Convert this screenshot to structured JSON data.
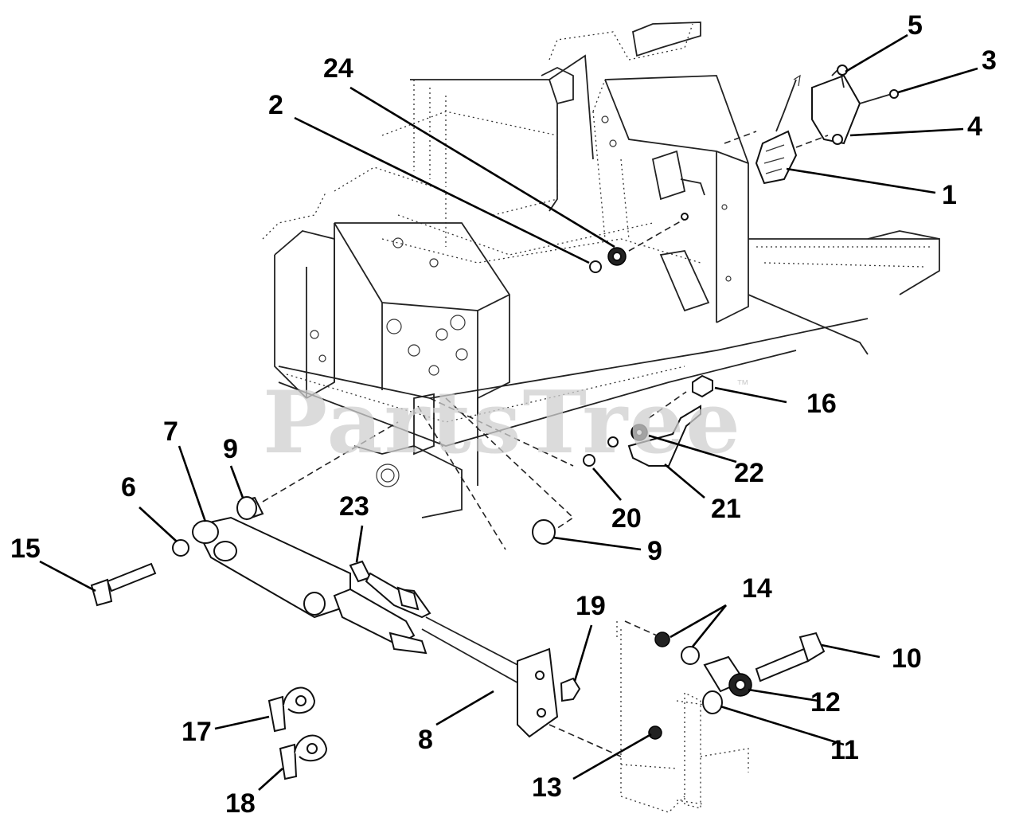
{
  "watermark": {
    "text": "PartsTree",
    "trademark": "™"
  },
  "callouts": [
    {
      "id": "1",
      "label": "1"
    },
    {
      "id": "2",
      "label": "2"
    },
    {
      "id": "3",
      "label": "3"
    },
    {
      "id": "4",
      "label": "4"
    },
    {
      "id": "5",
      "label": "5"
    },
    {
      "id": "6",
      "label": "6"
    },
    {
      "id": "7",
      "label": "7"
    },
    {
      "id": "8",
      "label": "8"
    },
    {
      "id": "9a",
      "label": "9"
    },
    {
      "id": "9b",
      "label": "9"
    },
    {
      "id": "10",
      "label": "10"
    },
    {
      "id": "11",
      "label": "11"
    },
    {
      "id": "12",
      "label": "12"
    },
    {
      "id": "13",
      "label": "13"
    },
    {
      "id": "14",
      "label": "14"
    },
    {
      "id": "15",
      "label": "15"
    },
    {
      "id": "16",
      "label": "16"
    },
    {
      "id": "17",
      "label": "17"
    },
    {
      "id": "18",
      "label": "18"
    },
    {
      "id": "19",
      "label": "19"
    },
    {
      "id": "20",
      "label": "20"
    },
    {
      "id": "21",
      "label": "21"
    },
    {
      "id": "22",
      "label": "22"
    },
    {
      "id": "23",
      "label": "23"
    },
    {
      "id": "24",
      "label": "24"
    }
  ]
}
